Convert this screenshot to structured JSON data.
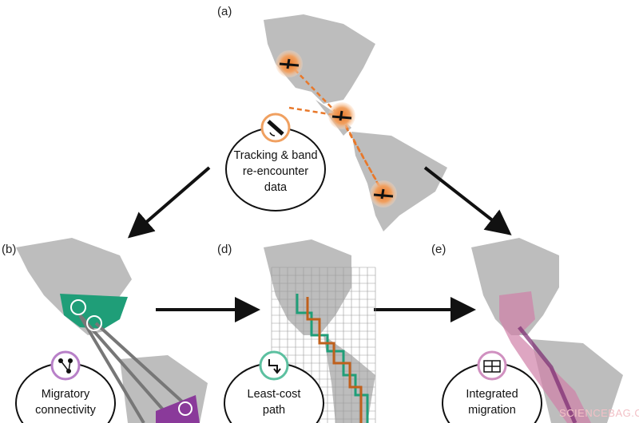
{
  "panels": {
    "a": {
      "label": "(a)",
      "text": [
        "Tracking & band",
        "re-encounter",
        "data"
      ],
      "icon": "satellite-icon"
    },
    "b": {
      "label": "(b)",
      "text": [
        "Migratory",
        "connectivity"
      ],
      "icon": "network-nodes-icon"
    },
    "d": {
      "label": "(d)",
      "text": [
        "Least-cost",
        "path"
      ],
      "icon": "path-arrow-icon"
    },
    "e": {
      "label": "(e)",
      "text": [
        "Integrated",
        "migration"
      ],
      "icon": "puzzle-icon"
    }
  },
  "colors": {
    "land": "#bdbdbd",
    "orange": "#e8782a",
    "green": "#1f9e78",
    "purple": "#8a3a9a",
    "path_brown": "#c0601c"
  },
  "watermark": "SCIENCEBAG.COM"
}
